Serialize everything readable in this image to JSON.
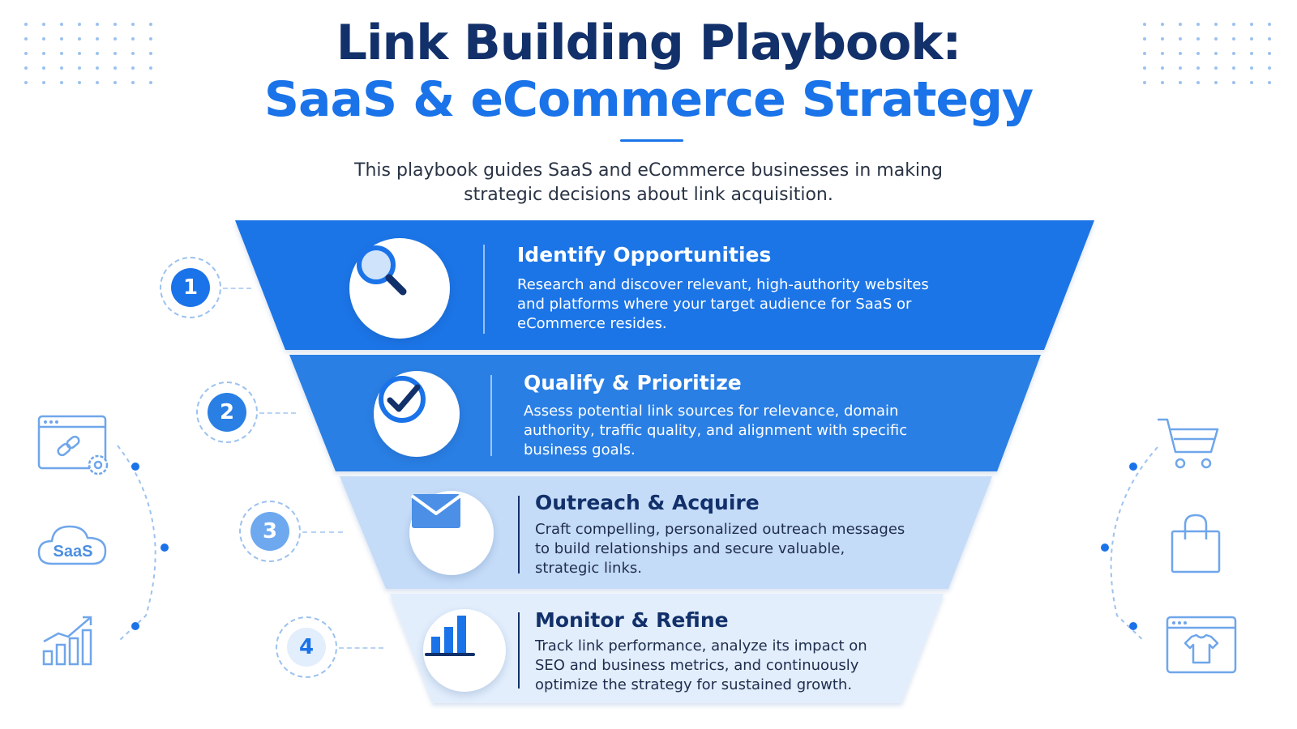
{
  "header": {
    "title_line1": "Link Building Playbook:",
    "title_line2": "SaaS & eCommerce Strategy",
    "subtitle": "This playbook guides SaaS and eCommerce businesses in making strategic decisions about link acquisition."
  },
  "steps": [
    {
      "number": "1",
      "title": "Identify Opportunities",
      "description": "Research and discover relevant, high-authority websites and platforms where your target audience for SaaS or eCommerce resides.",
      "icon": "magnifier-icon"
    },
    {
      "number": "2",
      "title": "Qualify & Prioritize",
      "description": "Assess potential link sources for relevance, domain authority, traffic quality, and alignment with specific business goals.",
      "icon": "check-circle-icon"
    },
    {
      "number": "3",
      "title": "Outreach & Acquire",
      "description": "Craft compelling, personalized outreach messages to build relationships and secure valuable, strategic links.",
      "icon": "envelope-icon"
    },
    {
      "number": "4",
      "title": "Monitor & Refine",
      "description": "Track link performance, analyze its impact on SEO and business metrics, and continuously optimize the strategy for sustained growth.",
      "icon": "bar-chart-icon"
    }
  ],
  "side_icons": {
    "left": [
      "browser-link-settings-icon",
      "saas-cloud-icon",
      "growth-chart-icon"
    ],
    "right": [
      "shopping-cart-icon",
      "shopping-bag-icon",
      "browser-tshirt-icon"
    ],
    "cloud_label": "SaaS"
  },
  "colors": {
    "navy": "#12306a",
    "blue": "#1a73e8",
    "band1": "#1d74e6",
    "band2": "#2a7fe4",
    "band3": "#c5dcf8",
    "band4": "#e2eefc",
    "dark_text": "#1f2d4d"
  }
}
